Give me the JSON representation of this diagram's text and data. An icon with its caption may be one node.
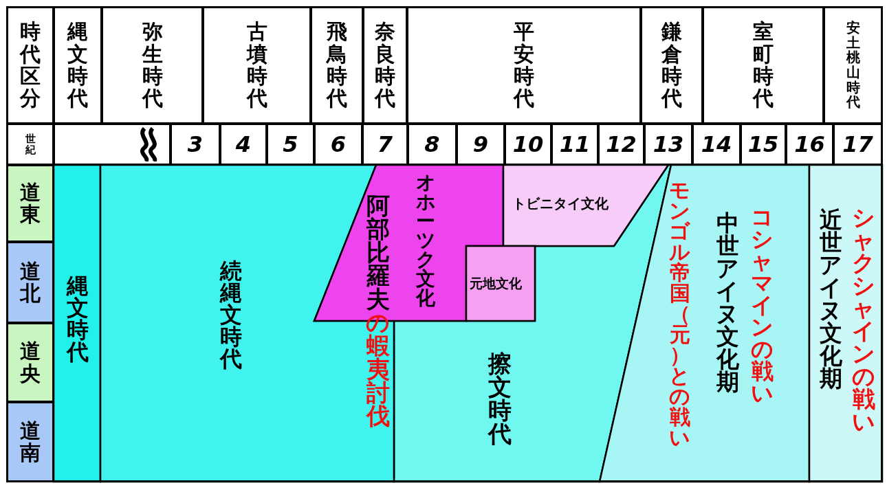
{
  "diagram": {
    "nodes": [
      {
        "text": [
          "縄文時代"
        ]
      },
      {
        "text": [
          "続縄文時代"
        ]
      },
      {
        "text": [
          "オホーツク文化"
        ]
      },
      {
        "text": [
          "トビニタイ文化"
        ]
      },
      {
        "text": [
          "元地文化"
        ]
      },
      {
        "text": [
          "擦文時代"
        ]
      },
      {
        "text": [
          "中世アイヌ文化期"
        ]
      },
      {
        "text": [
          "近世アイヌ文化期"
        ]
      }
    ],
    "labels": [
      "時代区分",
      "縄文時代",
      "弥生時代",
      "古墳時代",
      "飛鳥時代",
      "奈良時代",
      "平安時代",
      "鎌倉時代",
      "室町時代",
      "安土桃山時代",
      "世紀",
      "3",
      "4",
      "5",
      "6",
      "7",
      "8",
      "9",
      "10",
      "11",
      "12",
      "13",
      "14",
      "15",
      "16",
      "17",
      "道東",
      "道北",
      "道央",
      "道南",
      "阿部比羅夫の蝦夷討伐",
      "モンゴル帝国（元）との戦い",
      "コシャマインの戦い",
      "シャクシャインの戦い"
    ]
  }
}
